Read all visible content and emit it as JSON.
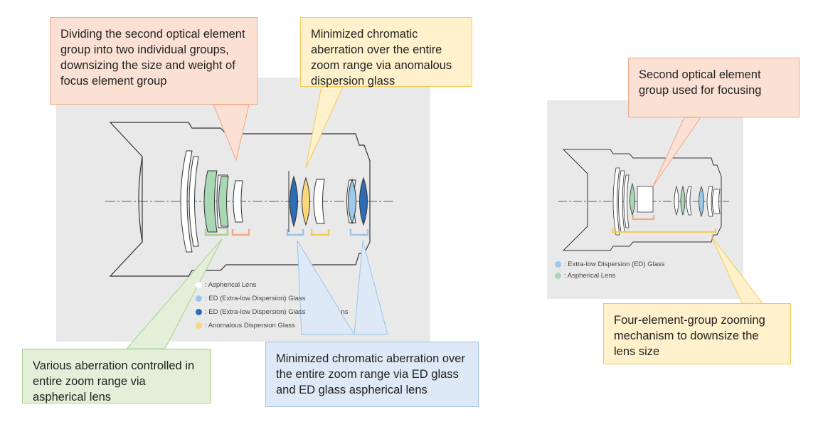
{
  "callouts": {
    "split_groups": "Dividing the second optical element group into two individual groups, downsizing the size and weight of focus element group",
    "anomalous": "Minimized chromatic aberration over the entire zoom range via anomalous dispersion glass",
    "aspherical": "Various aberration controlled in entire zoom range via aspherical lens",
    "ed_glass": "Minimized chromatic aberration over the entire zoom range via ED glass and ED glass aspherical lens",
    "focusing": "Second optical element group used for focusing",
    "zooming": "Four-element-group zooming mechanism to downsize the lens size"
  },
  "legend_left": [
    {
      "label": ": Aspherical Lens",
      "color": "#ffffff"
    },
    {
      "label": ": ED (Extra-low Dispersion) Glass",
      "color": "#9cc8ea"
    },
    {
      "label": ": ED (Extra-low Dispersion) Glass",
      "color": "#2e6db4"
    },
    {
      "label": ": Anomalous Dispersion Glass",
      "color": "#f9d87c"
    }
  ],
  "legend_left_suffix": "ns",
  "legend_right": [
    {
      "label": ": Extra-low Dispersion (ED) Glass",
      "color": "#9cc8ea"
    },
    {
      "label": ": Aspherical Lens",
      "color": "#a9d8b4"
    }
  ],
  "colors": {
    "panel": "#e9e9ea",
    "ed_light": "#9cc8ea",
    "ed_dark": "#2e6db4",
    "anomalous": "#f9d87c",
    "aspherical": "#a9d8b4",
    "bracket_orange": "#f4a97e",
    "bracket_green": "#a9d08e",
    "bracket_yellow": "#f5c95a",
    "bracket_blue": "#9dc3e6"
  }
}
